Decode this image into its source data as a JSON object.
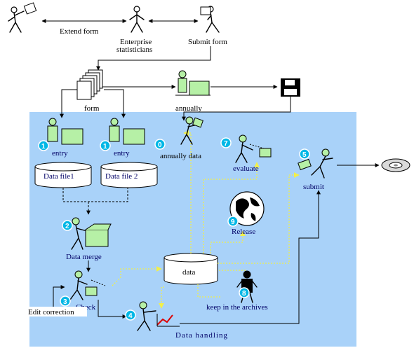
{
  "top": {
    "extend_form": "Extend form",
    "enterprise_line1": "Enterprise",
    "enterprise_line2": "statisticians",
    "submit_form": "Submit form"
  },
  "flow": {
    "form": "form",
    "annually": "annually"
  },
  "nodes": {
    "entry1": "entry",
    "entry2": "entry",
    "data_file1": "Data file1",
    "data_file2": "Data file 2",
    "annually_data": "annually data",
    "evaluate": "evaluate",
    "submit": "submit",
    "data_merge": "Data merge",
    "release": "Release",
    "data": "data",
    "check": "Check",
    "edit_correction": "Edit correction",
    "keep_archives": "keep in the archives",
    "data_handling": "Data handling"
  },
  "badges": {
    "b1a": "1",
    "b1b": "1",
    "b0": "0",
    "b7": "7",
    "b5": "5",
    "b2": "2",
    "b9": "9",
    "b3": "3",
    "b8": "8",
    "b4": "4"
  },
  "colors": {
    "panel": "#a9d2f9",
    "badge": "#00b7e6",
    "yellow_flow": "#f2ef4a",
    "desk": "#b6f0a6"
  }
}
